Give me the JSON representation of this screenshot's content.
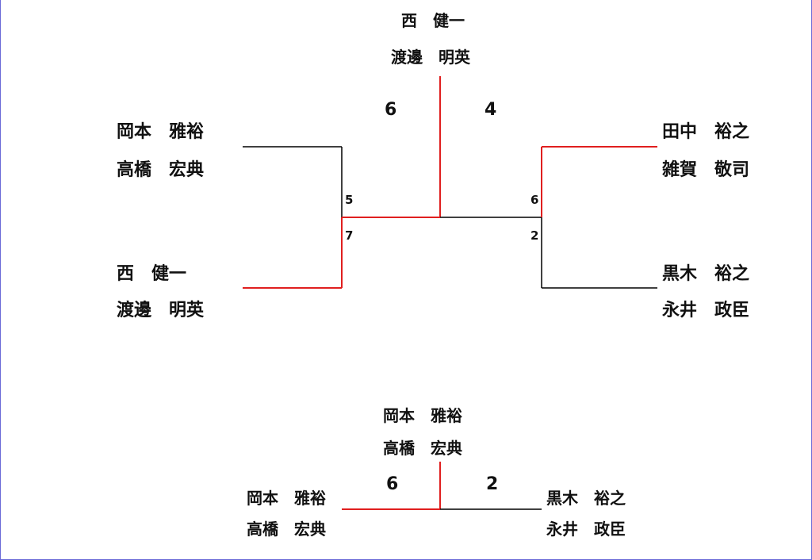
{
  "colors": {
    "win": "#e01f1f",
    "line": "#000000",
    "frame": "#6a6ad8"
  },
  "final": {
    "champion": [
      "西　健一",
      "渡邊　明英"
    ],
    "semi1_top": [
      "岡本　雅裕",
      "高橋　宏典"
    ],
    "semi1_bottom": [
      "西　健一",
      "渡邊　明英"
    ],
    "semi2_top": [
      "田中　裕之",
      "雑賀　敬司"
    ],
    "semi2_bottom": [
      "黒木　裕之",
      "永井　政臣"
    ],
    "final_score_left": "6",
    "final_score_right": "4",
    "semi1_score_top": "5",
    "semi1_score_bottom": "7",
    "semi2_score_top": "6",
    "semi2_score_bottom": "2"
  },
  "third_place": {
    "winner": [
      "岡本　雅裕",
      "高橋　宏典"
    ],
    "left": [
      "岡本　雅裕",
      "高橋　宏典"
    ],
    "right": [
      "黒木　裕之",
      "永井　政臣"
    ],
    "score_left": "6",
    "score_right": "2"
  }
}
